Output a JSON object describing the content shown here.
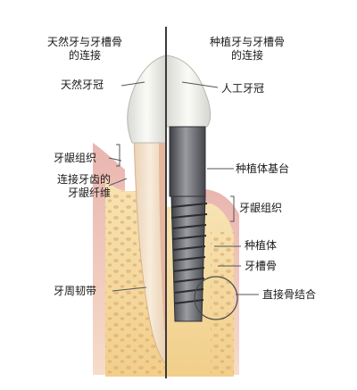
{
  "titles": {
    "left_line1": "天然牙与牙槽骨",
    "left_line2": "的连接",
    "right_line1": "种植牙与牙槽骨",
    "right_line2": "的连接"
  },
  "labels_left": {
    "natural_crown": "天然牙冠",
    "gingiva": "牙龈组织",
    "fibers_line1": "连接牙齿的",
    "fibers_line2": "牙龈纤维",
    "pdl": "牙周韧带"
  },
  "labels_right": {
    "artificial_crown": "人工牙冠",
    "abutment": "种植体基台",
    "gingiva": "牙龈组织",
    "implant": "种植体",
    "alveolar_bone": "牙槽骨",
    "osseointegration": "直接骨结合"
  },
  "colors": {
    "gum": "#e3a5a0",
    "bone": "#f3d79a",
    "bone_pores": "#d8a86a",
    "enamel": "#f2f2ee",
    "root": "#f4e8d6",
    "implant_metal": "#5e6066",
    "divider": "#3a3a3a"
  }
}
